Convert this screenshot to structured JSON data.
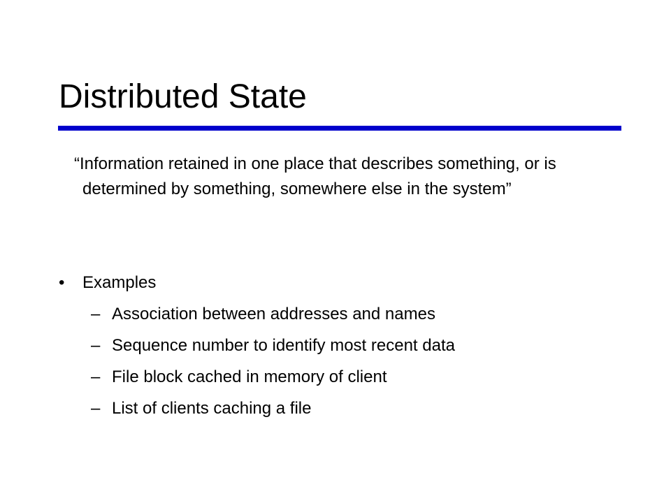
{
  "slide": {
    "title": "Distributed State",
    "quote": "“Information retained in one place that describes something, or is determined by something, somewhere else in the system”",
    "bullet": {
      "mark": "•",
      "label": "Examples"
    },
    "sub_dash": "–",
    "examples": [
      "Association between addresses and names",
      "Sequence number to identify most recent data",
      "File block cached in memory of client",
      "List of clients caching a file"
    ],
    "colors": {
      "title_rule": "#0000cc",
      "text": "#000000",
      "background": "#ffffff"
    }
  }
}
